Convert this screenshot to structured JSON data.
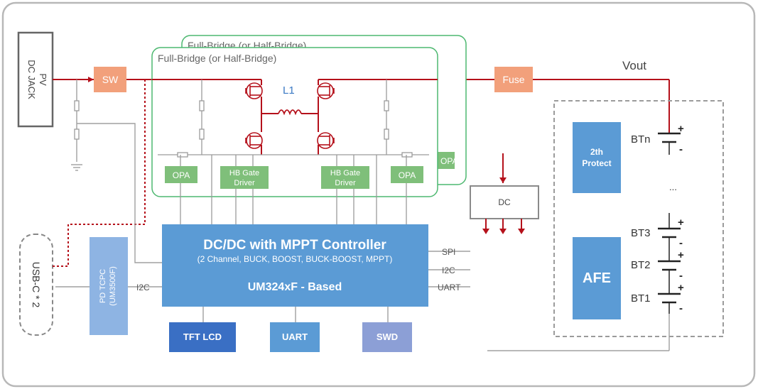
{
  "colors": {
    "red_line": "#b5111b",
    "gray_line": "#9b9b9b",
    "green_border": "#4db870",
    "green_fill": "#7fbf7a",
    "orange_fill": "#f2a07b",
    "blue_main": "#5b9bd5",
    "blue_light": "#8eb4e3",
    "blue_dark": "#3a6fc4",
    "lavender": "#8c9fd6"
  },
  "inputs": {
    "pv_jack_line1": "PV",
    "pv_jack_line2": "DC JACK",
    "usb_c": "USB-C * 2"
  },
  "switch": {
    "label": "SW"
  },
  "fuse": {
    "label": "Fuse"
  },
  "vout": {
    "label": "Vout"
  },
  "bridge": {
    "back_title": "Full-Bridge (or Half-Bridge)",
    "front_title": "Full-Bridge (or Half-Bridge)",
    "inductor_label": "L1",
    "opa_left": "OPA",
    "opa_right": "OPA",
    "opa_back": "OPA",
    "gate_driver_left_line1": "HB Gate",
    "gate_driver_left_line2": "Driver",
    "gate_driver_right_line1": "HB Gate",
    "gate_driver_right_line2": "Driver"
  },
  "dc_block": {
    "label": "DC"
  },
  "controller": {
    "title": "DC/DC with MPPT Controller",
    "subtitle": "(2 Channel, BUCK, BOOST, BUCK-BOOST, MPPT)",
    "based": "UM324xF - Based",
    "spi": "SPI",
    "i2c_right": "I2C",
    "uart_right": "UART",
    "i2c_left": "I2C"
  },
  "pd_tcpc": {
    "line1": "PD TCPC",
    "line2": "(UM3500F)"
  },
  "peripherals": {
    "lcd": "TFT LCD",
    "uart": "UART",
    "swd": "SWD"
  },
  "battery": {
    "protect_line1": "2th",
    "protect_line2": "Protect",
    "afe": "AFE",
    "btn": "BTn",
    "ellipsis": "...",
    "bt3": "BT3",
    "bt2": "BT2",
    "bt1": "BT1"
  }
}
